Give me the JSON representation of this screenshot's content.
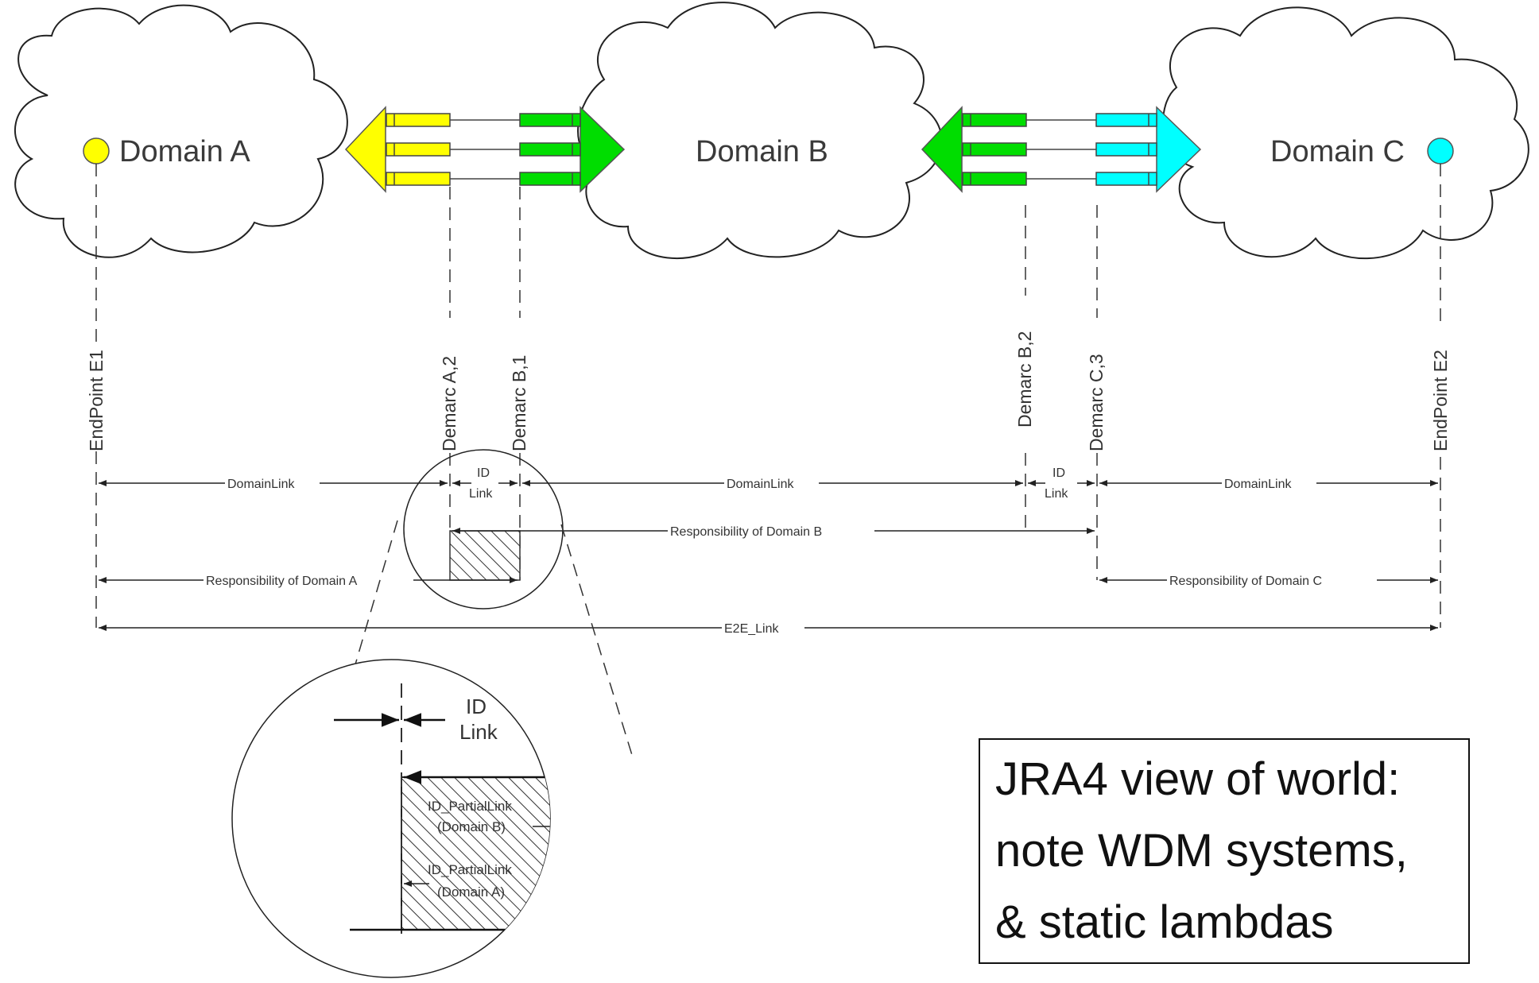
{
  "domains": {
    "a": "Domain A",
    "b": "Domain B",
    "c": "Domain C"
  },
  "vertical_labels": {
    "endpoint_e1": "EndPoint E1",
    "demarc_a2": "Demarc A,2",
    "demarc_b1": "Demarc B,1",
    "demarc_b2": "Demarc B,2",
    "demarc_c3": "Demarc C,3",
    "endpoint_e2": "EndPoint E2"
  },
  "links": {
    "domain_link": "DomainLink",
    "id_link_1": "ID",
    "id_link_2": "Link",
    "responsibility_a": "Responsibility of Domain A",
    "responsibility_b": "Responsibility of Domain B",
    "responsibility_c": "Responsibility of Domain C",
    "e2e_link": "E2E_Link"
  },
  "zoom": {
    "id_1": "ID",
    "id_2": "Link",
    "partial_b_1": "ID_PartialLink",
    "partial_b_2": "(Domain B)",
    "partial_a_1": "ID_PartialLink",
    "partial_a_2": "(Domain A)"
  },
  "note": {
    "line1": "JRA4 view of world:",
    "line2": "note WDM systems,",
    "line3": "& static lambdas"
  },
  "colors": {
    "domain_a": "#ffff00",
    "domain_b": "#00dd00",
    "domain_c": "#00ffff",
    "line": "#333333"
  }
}
